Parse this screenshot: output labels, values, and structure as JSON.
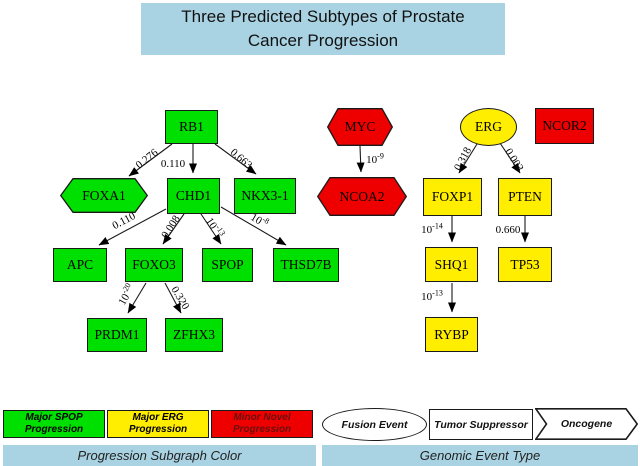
{
  "title": "Three Predicted Subtypes of Prostate Cancer Progression",
  "colors": {
    "subgraph_green": "#00e000",
    "subgraph_yellow": "#ffee00",
    "subgraph_red": "#ee0000",
    "panel_blue": "#a9d3e2",
    "edge_black": "#000000"
  },
  "nodes": {
    "rb1": {
      "label": "RB1",
      "shape": "rectangle",
      "color": "green"
    },
    "foxa1": {
      "label": "FOXA1",
      "shape": "hexagon",
      "color": "green"
    },
    "chd1": {
      "label": "CHD1",
      "shape": "rectangle",
      "color": "green"
    },
    "nkx31": {
      "label": "NKX3-1",
      "shape": "rectangle",
      "color": "green"
    },
    "apc": {
      "label": "APC",
      "shape": "rectangle",
      "color": "green"
    },
    "foxo3": {
      "label": "FOXO3",
      "shape": "rectangle",
      "color": "green"
    },
    "spop": {
      "label": "SPOP",
      "shape": "rectangle",
      "color": "green"
    },
    "thsd7b": {
      "label": "THSD7B",
      "shape": "rectangle",
      "color": "green"
    },
    "prdm1": {
      "label": "PRDM1",
      "shape": "rectangle",
      "color": "green"
    },
    "zfhx3": {
      "label": "ZFHX3",
      "shape": "rectangle",
      "color": "green"
    },
    "myc": {
      "label": "MYC",
      "shape": "hexagon",
      "color": "red"
    },
    "ncoa2": {
      "label": "NCOA2",
      "shape": "hexagon",
      "color": "red"
    },
    "erg": {
      "label": "ERG",
      "shape": "ellipse",
      "color": "yellow"
    },
    "ncor2": {
      "label": "NCOR2",
      "shape": "rectangle",
      "color": "red"
    },
    "foxp1": {
      "label": "FOXP1",
      "shape": "rectangle",
      "color": "yellow"
    },
    "pten": {
      "label": "PTEN",
      "shape": "rectangle",
      "color": "yellow"
    },
    "shq1": {
      "label": "SHQ1",
      "shape": "rectangle",
      "color": "yellow"
    },
    "tp53": {
      "label": "TP53",
      "shape": "rectangle",
      "color": "yellow"
    },
    "rybp": {
      "label": "RYBP",
      "shape": "rectangle",
      "color": "yellow"
    }
  },
  "edges": [
    {
      "from": "RB1",
      "to": "FOXA1",
      "value": "0.276"
    },
    {
      "from": "RB1",
      "to": "CHD1",
      "value": "0.110"
    },
    {
      "from": "RB1",
      "to": "NKX3-1",
      "value": "0.663"
    },
    {
      "from": "CHD1",
      "to": "APC",
      "value": "0.110"
    },
    {
      "from": "CHD1",
      "to": "FOXO3",
      "value": "0.008"
    },
    {
      "from": "CHD1",
      "to": "SPOP",
      "base": "10",
      "exp": "-13"
    },
    {
      "from": "CHD1",
      "to": "THSD7B",
      "base": "10",
      "exp": "-8"
    },
    {
      "from": "FOXO3",
      "to": "PRDM1",
      "base": "10",
      "exp": "-20"
    },
    {
      "from": "FOXO3",
      "to": "ZFHX3",
      "value": "0.320"
    },
    {
      "from": "MYC",
      "to": "NCOA2",
      "base": "10",
      "exp": "-9"
    },
    {
      "from": "ERG",
      "to": "FOXP1",
      "value": "0.318"
    },
    {
      "from": "ERG",
      "to": "PTEN",
      "value": "0.003"
    },
    {
      "from": "FOXP1",
      "to": "SHQ1",
      "base": "10",
      "exp": "-14"
    },
    {
      "from": "PTEN",
      "to": "TP53",
      "value": "0.660"
    },
    {
      "from": "SHQ1",
      "to": "RYBP",
      "base": "10",
      "exp": "-13"
    }
  ],
  "legend": {
    "subgraph": {
      "title": "Progression Subgraph Color",
      "items": [
        {
          "label": "Major SPOP Progression",
          "color": "#00e000"
        },
        {
          "label": "Major ERG Progression",
          "color": "#ffee00"
        },
        {
          "label": "Minor Novel Progression",
          "color": "#ee0000"
        }
      ]
    },
    "event_type": {
      "title": "Genomic Event Type",
      "items": [
        {
          "label": "Fusion Event",
          "shape": "ellipse"
        },
        {
          "label": "Tumor Suppressor",
          "shape": "rectangle"
        },
        {
          "label": "Oncogene",
          "shape": "hexagon"
        }
      ]
    }
  }
}
